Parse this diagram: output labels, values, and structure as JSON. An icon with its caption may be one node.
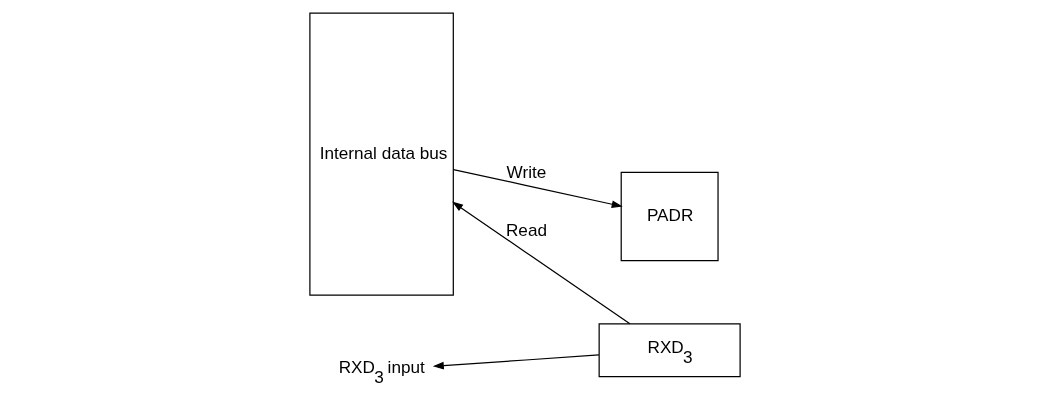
{
  "diagram": {
    "nodes": [
      {
        "text": [
          "Internal data bus"
        ]
      },
      {
        "text": [
          "RXD$_{3}$"
        ]
      },
      {
        "text": [
          "PADR"
        ]
      },
      {
        "text": [
          "RXD$_{3}$ input"
        ]
      }
    ],
    "edges": [
      {
        "from": 1,
        "to": 0,
        "arrow": "to",
        "label": "Read"
      },
      {
        "from": 1,
        "to": 3,
        "arrow": "to"
      },
      {
        "from": 0,
        "to": 2,
        "arrow": "to",
        "label": "Write"
      }
    ]
  }
}
